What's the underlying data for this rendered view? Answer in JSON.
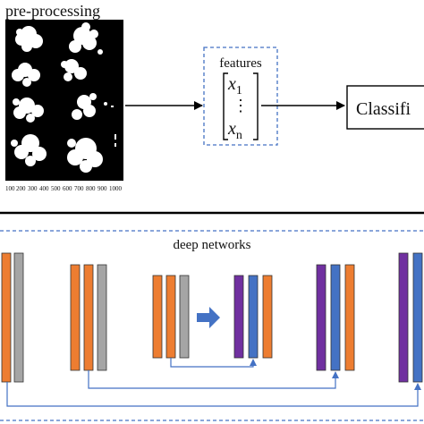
{
  "top_panel": {
    "title": "pre-processing",
    "axis_ticks": [
      "100",
      "200",
      "300",
      "400",
      "500",
      "600",
      "700",
      "800",
      "900",
      "1000"
    ],
    "features_label": "features",
    "feature_first": "x",
    "feature_first_sub": "1",
    "feature_dots": "⋮",
    "feature_last": "x",
    "feature_last_sub": "n",
    "classifier_label": "Classifi"
  },
  "bottom_panel": {
    "title": "deep networks"
  },
  "colors": {
    "orange": "#ED7D31",
    "gray": "#A5A5A5",
    "blue": "#4472C4",
    "purple": "#7030A0",
    "dashed_border": "#4472C4",
    "divider": "#000000"
  }
}
